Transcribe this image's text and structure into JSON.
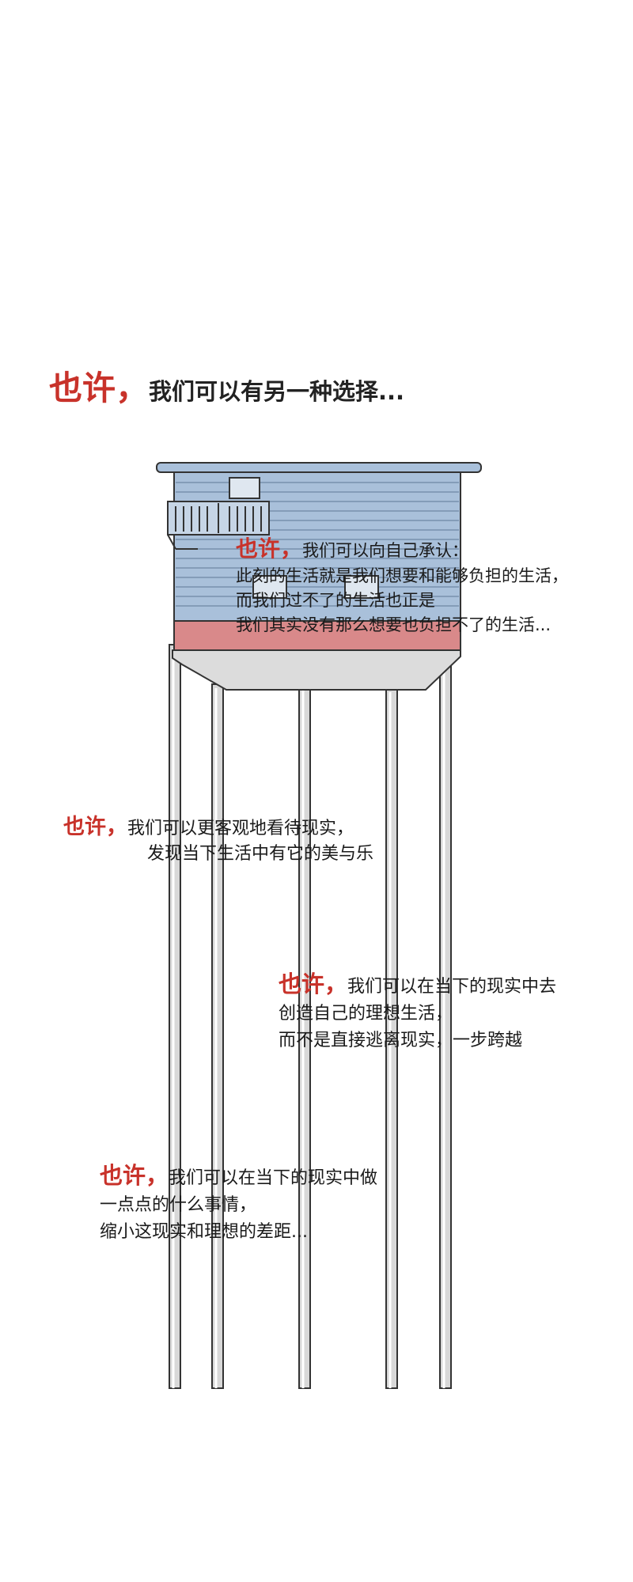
{
  "colors": {
    "accent_red": "#c8322a",
    "house_blue": "#a9c0da",
    "house_band": "#d9898a",
    "outline": "#333333",
    "stilt_gray": "#d8d8d8"
  },
  "caption_1": {
    "highlight": "也许，",
    "text": "我们可以有另一种选择..."
  },
  "caption_2": {
    "highlight": "也许，",
    "text": "我们可以向自己承认：",
    "lines": [
      "此刻的生活就是我们想要和能够负担的生活，",
      "而我们过不了的生活也正是",
      "我们其实没有那么想要也负担不了的生活..."
    ]
  },
  "caption_3": {
    "highlight": "也许，",
    "text": "我们可以更客观地看待现实，",
    "lines": [
      "发现当下生活中有它的美与乐"
    ]
  },
  "caption_4": {
    "highlight": "也许，",
    "text": "我们可以在当下的现实中去",
    "lines": [
      "创造自己的理想生活，",
      "而不是直接逃离现实，一步跨越"
    ]
  },
  "caption_5": {
    "highlight": "也许，",
    "text": "我们可以在当下的现实中做",
    "lines": [
      "一点点的什么事情，",
      "缩小这现实和理想的差距..."
    ]
  }
}
